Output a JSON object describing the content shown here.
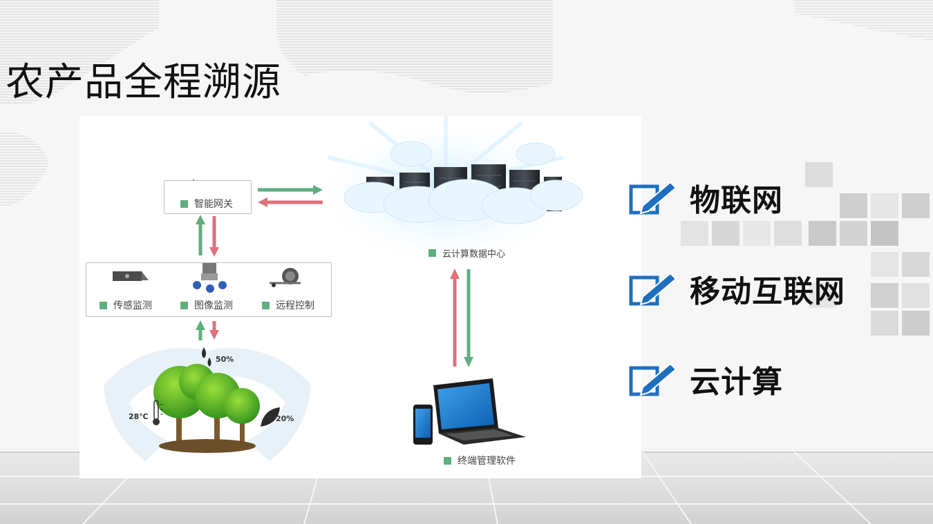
{
  "slide": {
    "title": "农产品全程溯源"
  },
  "diagram": {
    "nodes": {
      "gateway": "智能网关",
      "cloud": "云计算数据中心",
      "sensor": "传感监测",
      "image": "图像监测",
      "remote": "远程控制",
      "terminal": "终端管理软件"
    },
    "readings": {
      "water": "50%",
      "temperature": "28℃",
      "leaf": "20%"
    },
    "colors": {
      "up_arrow": "#5fae7e",
      "down_arrow": "#e0707a",
      "label_square": "#5fae7e"
    }
  },
  "features": [
    {
      "label": "物联网",
      "icon": "edit-pencil-icon"
    },
    {
      "label": "移动互联网",
      "icon": "edit-pencil-icon"
    },
    {
      "label": "云计算",
      "icon": "edit-pencil-icon"
    }
  ]
}
